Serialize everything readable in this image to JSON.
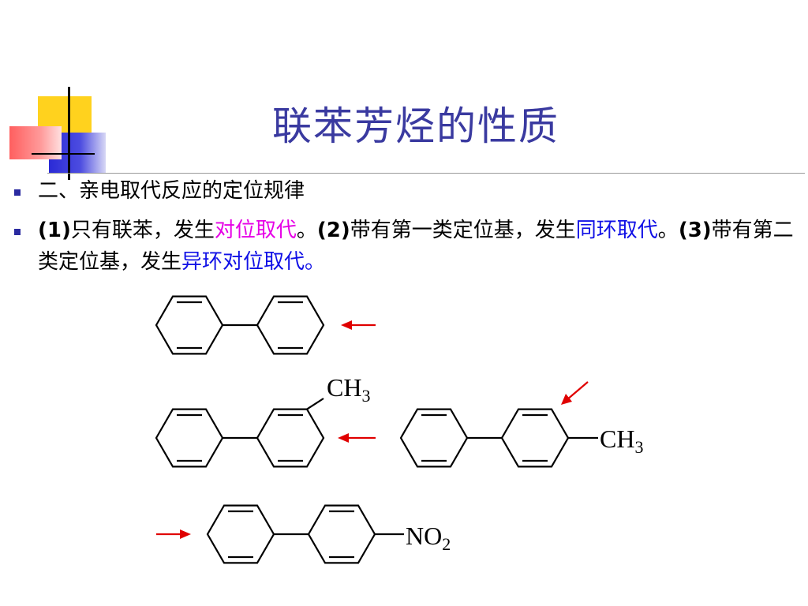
{
  "title": "联苯芳烃的性质",
  "bullets": [
    {
      "text": "二、亲电取代反应的定位规律"
    },
    {
      "parts": {
        "p1_num": "(1)",
        "p1_text": "只有联苯，发生",
        "p1_hl": "对位取代",
        "p1_end": "。",
        "p2_num": "(2)",
        "p2_text": "带有第一类定位基，发生",
        "p2_hl": "同环取代",
        "p2_end": "。",
        "p3_num": "(3)",
        "p3_text": "带有第二类定位基，发生",
        "p3_hl": "异环对位取代",
        "p3_end": "。"
      }
    }
  ],
  "labels": {
    "ch3_top": "CH",
    "ch3_top_sub": "3",
    "ch3_right": "CH",
    "ch3_right_sub": "3",
    "no2": "NO",
    "no2_sub": "2"
  },
  "colors": {
    "title": "#3a3aa0",
    "highlight_blue": "#1010e6",
    "highlight_magenta": "#e600e6",
    "arrow": "#e00000",
    "bullet": "#2a2aa0"
  },
  "icons": [
    "left-arrow-icon",
    "down-left-arrow-icon",
    "right-arrow-icon"
  ]
}
